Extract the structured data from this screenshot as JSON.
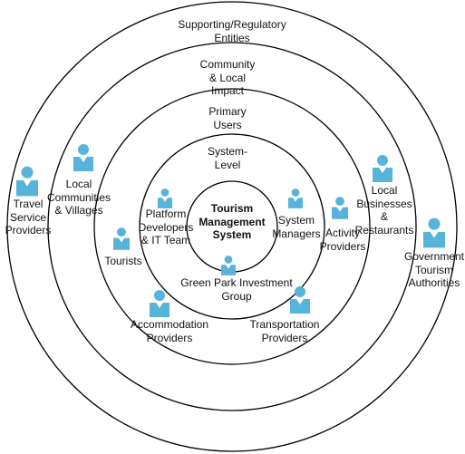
{
  "diagram": {
    "center": {
      "label": "Tourism\nManagement\nSystem"
    },
    "ring_labels": {
      "outer": "Supporting/Regulatory\nEntities",
      "third": "Community\n& Local\nImpact",
      "second": "Primary\nUsers",
      "inner": "System-\nLevel"
    },
    "stakeholders": {
      "platform_devs": "Platform\nDevelopers\n& IT Team",
      "system_managers": "System\nManagers",
      "green_park": "Green Park Investment\nGroup",
      "tourists": "Tourists",
      "activity_providers": "Activity\nProviders",
      "accommodation": "Accommodation\nProviders",
      "transportation": "Transportation\nProviders",
      "local_communities": "Local\nCommunities\n& Villages",
      "local_businesses": "Local\nBusinesses\n&\nRestaurants",
      "travel_service": "Travel\nService\nProviders",
      "government": "Government\nTourism\nAuthorities"
    },
    "icon": "person-icon",
    "colors": {
      "icon": "#56b3d9",
      "ring_stroke": "#000000",
      "background": "#ffffff"
    }
  }
}
